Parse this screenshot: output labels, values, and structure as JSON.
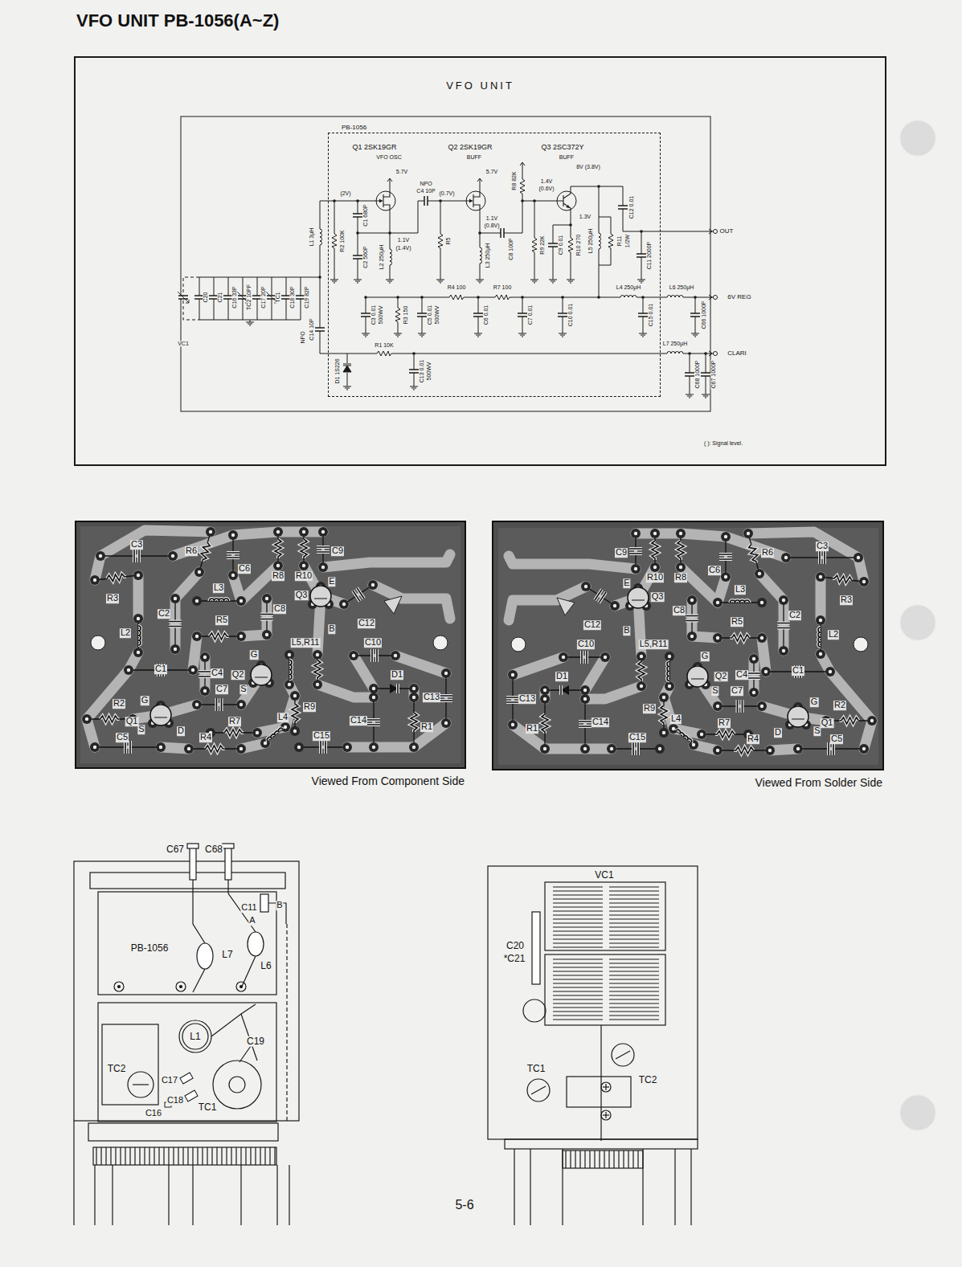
{
  "diagram": {
    "title": "VFO UNIT PB-1056(A~Z)",
    "nodes": [
      {
        "text": [
          "VFO UNIT"
        ]
      },
      {
        "text": [
          "PB-1056"
        ],
        "in": 0
      },
      {
        "text": [
          "Viewed From Component Side"
        ]
      },
      {
        "text": [
          "Viewed From Solder Side"
        ]
      }
    ],
    "labels": [
      "Q1 2SK19GR",
      "VFO OSC",
      "Q2 2SK19GR",
      "BUFF",
      "Q3 2SC372Y",
      "BUFF",
      "5.7V",
      "5.7V",
      "8V (3.8V)",
      "(2V)",
      "(0.7V)",
      "1.4V",
      "(0.6V)",
      "1.1V",
      "(1.4V)",
      "1.1V",
      "(0.8V)",
      "1.3V",
      "VC1",
      "C20",
      "C21",
      "C16 33P",
      "TC2 10PF",
      "C17 20P",
      "TC1",
      "C18 30P",
      "C19 82P",
      "L1 3μH",
      "C14 10P",
      "NPO",
      "R2 100K",
      "C1 680P",
      "C2 560P",
      "L2 250μH",
      "C4 10P",
      "NPO",
      "R5",
      "L3 250μH",
      "C8 100P",
      "R8 82K",
      "R9 22K",
      "C9 0.01",
      "R10 270",
      "L5 250μH",
      "R11",
      "1/2W",
      "C12 0.01",
      "C11 2000P",
      "OUT",
      "C3 0.01",
      "500WV",
      "R3 150",
      "C5 0.01",
      "500WV",
      "R4 100",
      "C6 0.01",
      "R7 100",
      "C7 0.01",
      "C10 0.01",
      "L4 250μH",
      "C15 0.01",
      "D1 1S226",
      "R1 10K",
      "C13 0.01",
      "500WV",
      "L6 250μH",
      "C66 1000P",
      "6V REG",
      "L7 250μH",
      "C68 1000P",
      "C67 1000P",
      "CLARI",
      "( ): Signal level.",
      "C3",
      "R6",
      "C6",
      "R8",
      "R10",
      "C9",
      "R3",
      "L3",
      "E",
      "Q3",
      "C12",
      "C2",
      "C8",
      "L2",
      "R5",
      "B",
      "C10",
      "L5,R11",
      "C1",
      "C4",
      "G",
      "Q2",
      "D1",
      "C13",
      "C7",
      "S",
      "R9",
      "R2",
      "G",
      "Q1",
      "R7",
      "L4",
      "C14",
      "R1",
      "C5",
      "S",
      "D",
      "R4",
      "C15",
      "C3",
      "R6",
      "C6",
      "R8",
      "R10",
      "C9",
      "R3",
      "L3",
      "E",
      "Q3",
      "C12",
      "C2",
      "C8",
      "L2",
      "R5",
      "B",
      "C10",
      "L5,R11",
      "C1",
      "C4",
      "G",
      "Q2",
      "D1",
      "C13",
      "C7",
      "S",
      "R9",
      "R2",
      "G",
      "Q1",
      "R7",
      "L4",
      "C14",
      "R1",
      "C5",
      "S",
      "D",
      "R4",
      "C15",
      "C67",
      "C68",
      "C11",
      "A",
      "B",
      "PB-1056",
      "L7",
      "L6",
      "L1",
      "C19",
      "TC2",
      "C17",
      "C18",
      "C16",
      "TC1",
      "VC1",
      "C20",
      "*C21",
      "TC1",
      "TC2",
      "5-6"
    ]
  }
}
